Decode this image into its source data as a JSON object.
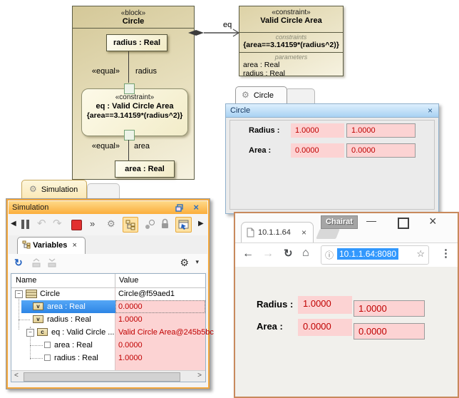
{
  "colors": {
    "accent_orange": "#F2A73D",
    "selection_blue": "#3D94EC",
    "pink_field": "#FCD3D3",
    "red_value": "#C00000",
    "url_highlight": "#3298FD",
    "block_tan": "#D4C898",
    "panel_blue_header": "#A9D2F3"
  },
  "icons": {
    "close": "×",
    "gear": "⚙",
    "left_arrow": "◀",
    "right_arrow": "▶",
    "back": "←",
    "forward": "→",
    "reload": "↻",
    "home": "⌂",
    "info": "ⓘ",
    "star": "☆",
    "kebab": "⋮",
    "refresh": "↻",
    "more": "»",
    "caret": "▾",
    "minimize": "—",
    "step_back": "↶",
    "step_over": "↷",
    "collapse": "−",
    "scroll_left": "<",
    "scroll_right": ">"
  },
  "diagram": {
    "block_stereotype": "«block»",
    "block_name": "Circle",
    "radius_part": "radius : Real",
    "area_part": "area : Real",
    "equal_label": "«equal»",
    "radius_pin": "radius",
    "area_pin": "area",
    "constraint_stereotype": "«constraint»",
    "eq_name": "eq : Valid Circle Area",
    "expression": "{area==3.14159*(radius^2)}",
    "assoc_label": "eq",
    "vc": {
      "stereotype": "«constraint»",
      "name": "Valid Circle Area",
      "constraints_label": "constraints",
      "expression": "{area==3.14159*(radius^2)}",
      "parameters_label": "parameters",
      "param1": "area : Real",
      "param2": "radius : Real"
    }
  },
  "circle_panel": {
    "tab_label": "Circle",
    "title": "Circle",
    "rows": [
      {
        "label": "Radius :",
        "v1": "1.0000",
        "v2": "1.0000"
      },
      {
        "label": "Area :",
        "v1": "0.0000",
        "v2": "0.0000"
      }
    ]
  },
  "simulation": {
    "tab_label": "Simulation",
    "title": "Simulation",
    "variables_tab": "Variables",
    "col_name": "Name",
    "col_value": "Value",
    "rows": [
      {
        "name": "Circle",
        "value": "Circle@f59aed1"
      },
      {
        "name": "area : Real",
        "value": "0.0000"
      },
      {
        "name": "radius : Real",
        "value": "1.0000"
      },
      {
        "name": "eq : Valid Circle ...",
        "value": "Valid Circle Area@245b5bc"
      },
      {
        "name": "area : Real",
        "value": "0.0000"
      },
      {
        "name": "radius : Real",
        "value": "1.0000"
      }
    ]
  },
  "browser": {
    "badge": "Chairat",
    "tab_title": "10.1.1.64",
    "url": "10.1.1.64:8080",
    "rows": [
      {
        "label": "Radius :",
        "v1": "1.0000",
        "v2": "1.0000"
      },
      {
        "label": "Area :",
        "v1": "0.0000",
        "v2": "0.0000"
      }
    ]
  }
}
